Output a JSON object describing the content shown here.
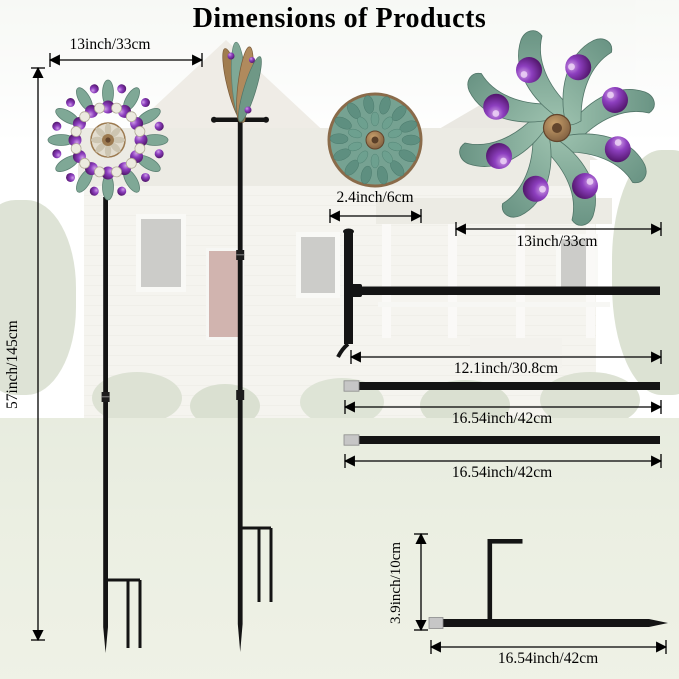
{
  "title": "Dimensions of Products",
  "labels": {
    "left_spinner_width": "13inch/33cm",
    "pole_height": "57inch/145cm",
    "medallion_diameter": "2.4inch/6cm",
    "right_spinner_width": "13inch/33cm",
    "connector_rod_length": "12.1inch/30.8cm",
    "middle_rod_length": "16.54inch/42cm",
    "lower_rod_length": "16.54inch/42cm",
    "ground_stake_height": "3.9inch/10cm",
    "ground_stake_length": "16.54inch/42cm"
  },
  "colors": {
    "gem_purple": "#7b2f9e",
    "leaf_teal": "#7fa896",
    "metal_bronze": "#9c7a50",
    "stake_black": "#141414",
    "ink": "#000000"
  }
}
